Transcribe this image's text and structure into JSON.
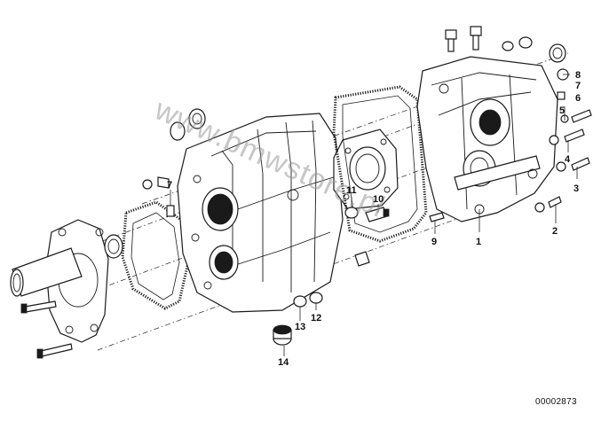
{
  "callouts": {
    "c1": "1",
    "c2": "2",
    "c3": "3",
    "c4": "4",
    "c5": "5",
    "c6": "6",
    "c7a": "7",
    "c7b": "7",
    "c8": "8",
    "c9": "9",
    "c10": "10",
    "c11": "11",
    "c12": "12",
    "c13": "13",
    "c14": "14"
  },
  "watermark": "www.bmwstore.pl",
  "reference_code": "00002873"
}
